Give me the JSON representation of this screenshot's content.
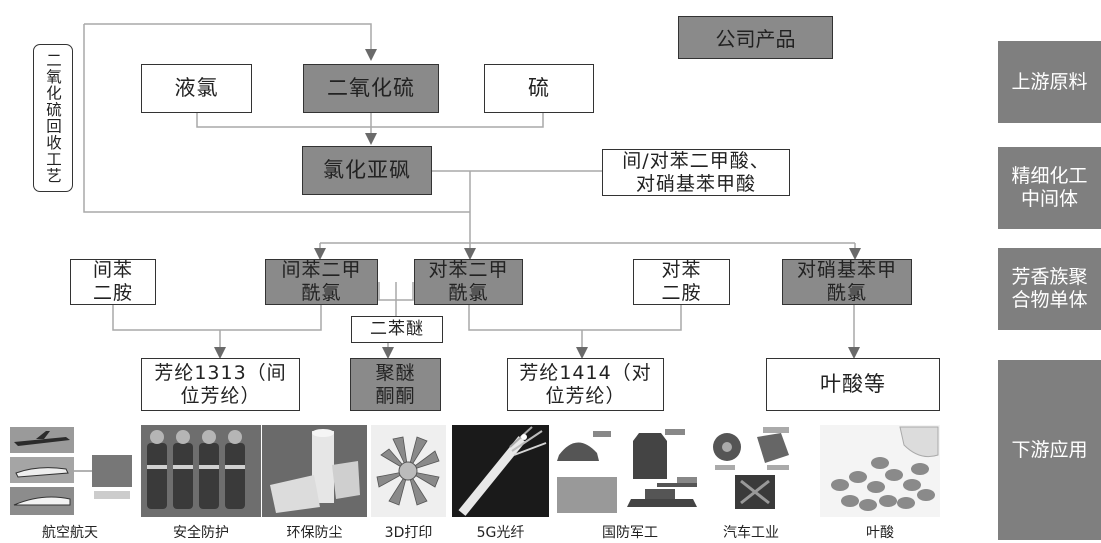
{
  "legend": "公司产品",
  "side_labels": [
    "上游原料",
    "精细化工中间体",
    "芳香族聚合物单体",
    "下游应用"
  ],
  "recycle_process": "二氧化硫回收工艺",
  "upstream": {
    "liquid_chlorine": "液氯",
    "sulfur_dioxide": "二氧化硫",
    "sulfur": "硫"
  },
  "intermediate": {
    "thionyl_chloride": "氯化亚砜",
    "acids": "间/对苯二甲酸、对硝基苯甲酸"
  },
  "monomers": {
    "m_phenylenediamine": "间苯二胺",
    "isophthaloyl_chloride": "间苯二甲酰氯",
    "terephthaloyl_chloride": "对苯二甲酰氯",
    "p_phenylenediamine": "对苯二胺",
    "p_nitrobenzoyl_chloride": "对硝基苯甲酰氯",
    "diphenyl_ether": "二苯醚"
  },
  "products": {
    "aramid_1313": "芳纶1313（间位芳纶）",
    "peek": "聚醚酮酮",
    "aramid_1414": "芳纶1414（对位芳纶）",
    "folic_acid": "叶酸等"
  },
  "applications": [
    "航空航天",
    "安全防护",
    "环保防尘",
    "3D打印",
    "5G光纤",
    "国防军工",
    "汽车工业",
    "叶酸"
  ],
  "colors": {
    "company_product": "#8a8a8a",
    "side_panel": "#7f7f7f",
    "line": "#b5b5b5"
  }
}
